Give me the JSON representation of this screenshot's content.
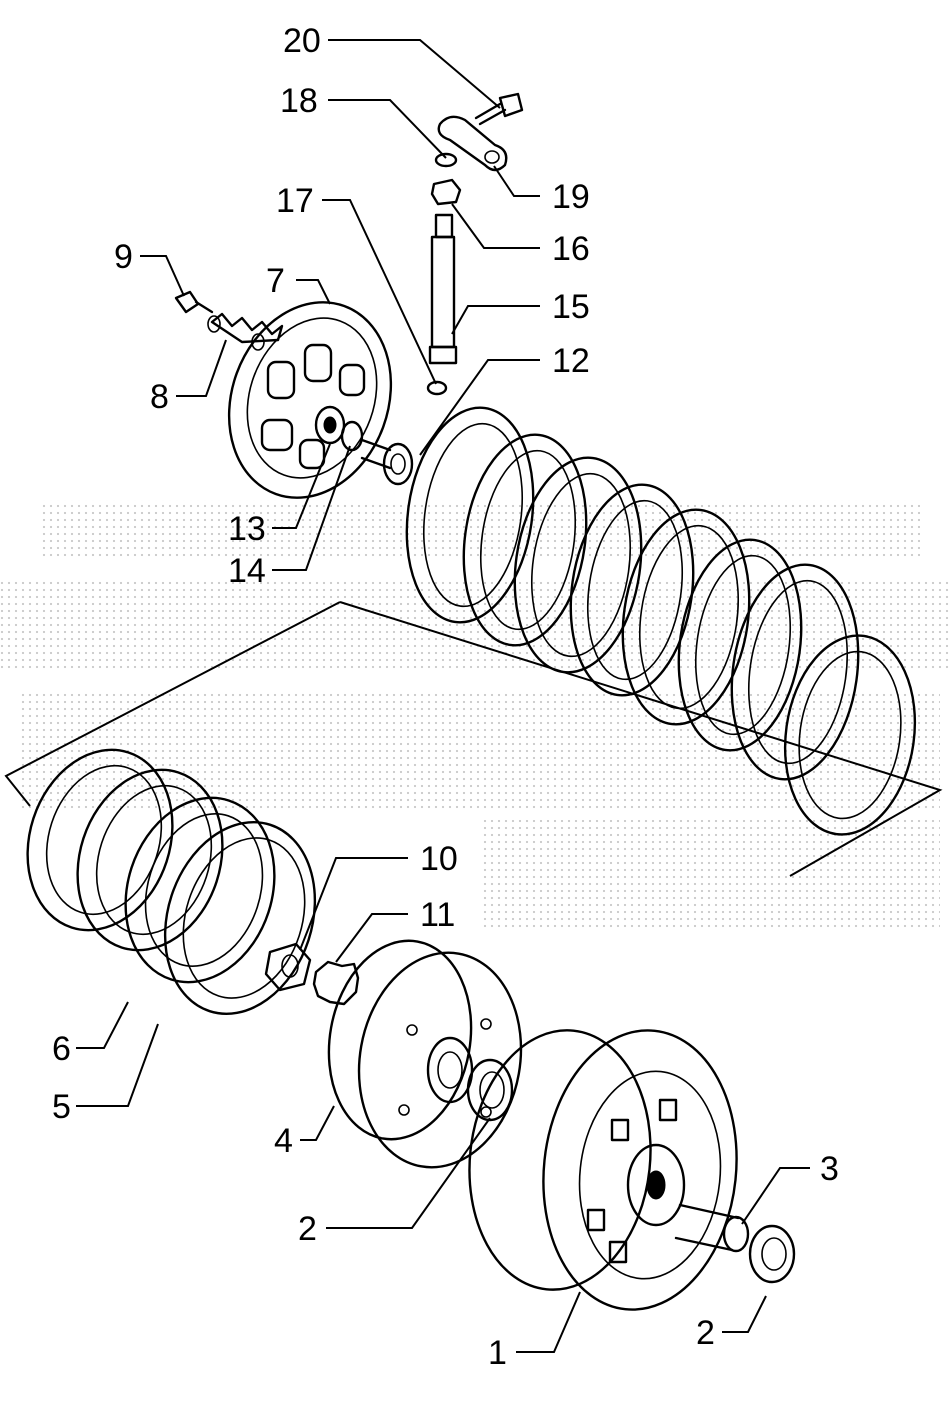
{
  "callouts": [
    {
      "id": "c20",
      "label": "20"
    },
    {
      "id": "c18",
      "label": "18"
    },
    {
      "id": "c19",
      "label": "19"
    },
    {
      "id": "c17",
      "label": "17"
    },
    {
      "id": "c16",
      "label": "16"
    },
    {
      "id": "c9",
      "label": "9"
    },
    {
      "id": "c7",
      "label": "7"
    },
    {
      "id": "c15",
      "label": "15"
    },
    {
      "id": "c12",
      "label": "12"
    },
    {
      "id": "c8",
      "label": "8"
    },
    {
      "id": "c13",
      "label": "13"
    },
    {
      "id": "c14",
      "label": "14"
    },
    {
      "id": "c10",
      "label": "10"
    },
    {
      "id": "c11",
      "label": "11"
    },
    {
      "id": "c6",
      "label": "6"
    },
    {
      "id": "c5",
      "label": "5"
    },
    {
      "id": "c4",
      "label": "4"
    },
    {
      "id": "c3",
      "label": "3"
    },
    {
      "id": "c2a",
      "label": "2"
    },
    {
      "id": "c2b",
      "label": "2"
    },
    {
      "id": "c1",
      "label": "1"
    }
  ],
  "colors": {
    "ink": "#000000",
    "paper": "#ffffff",
    "watermark": "#cfcfcf"
  }
}
